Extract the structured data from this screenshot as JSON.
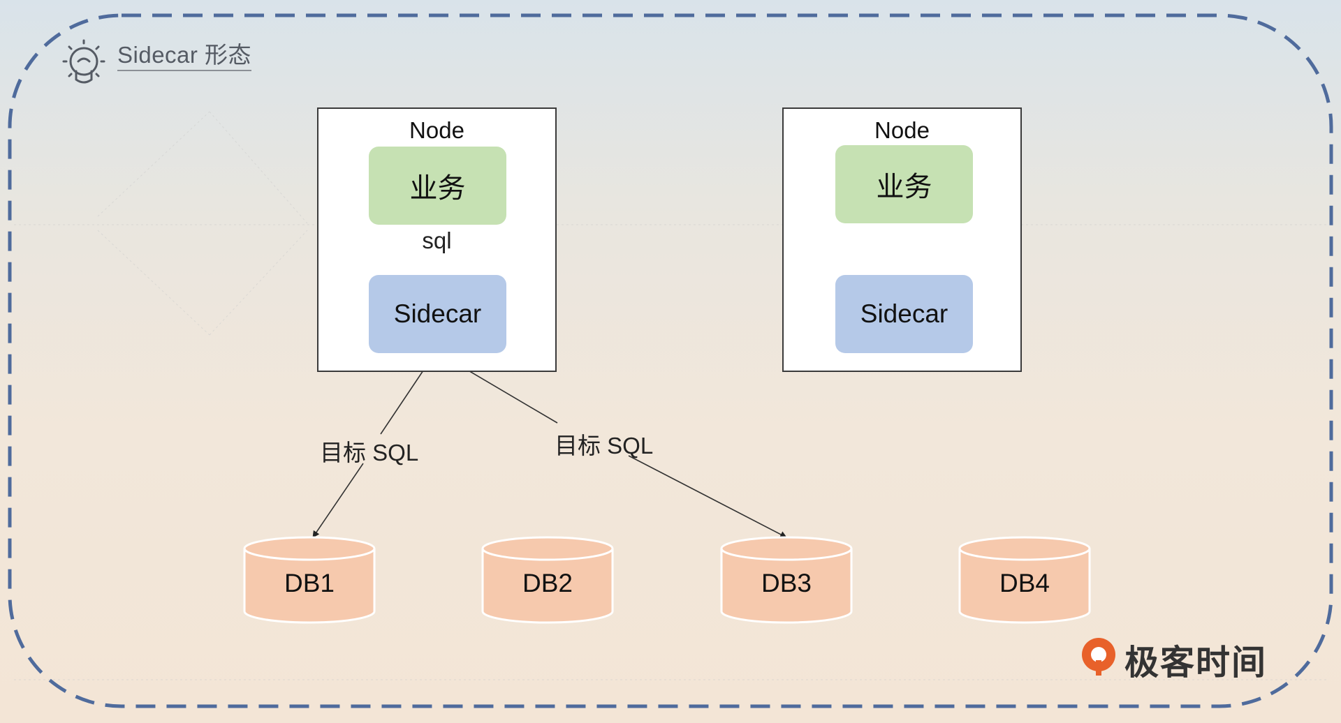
{
  "frame": {
    "title": "Sidecar 形态",
    "icon": "lightbulb-icon",
    "border_color": "#4f6b9c"
  },
  "nodes": [
    {
      "label": "Node",
      "service": "业务",
      "sidecar": "Sidecar",
      "call_label": "sql"
    },
    {
      "label": "Node",
      "service": "业务",
      "sidecar": "Sidecar"
    }
  ],
  "edges": [
    {
      "label": "目标 SQL",
      "from": "Sidecar",
      "to": "DB1"
    },
    {
      "label": "目标 SQL",
      "from": "Sidecar",
      "to": "DB3"
    }
  ],
  "databases": [
    "DB1",
    "DB2",
    "DB3",
    "DB4"
  ],
  "colors": {
    "service": "#c6e1b3",
    "sidecar": "#b5c9e8",
    "database": "#f6c9ad",
    "brand": "#e8612a"
  },
  "brand": {
    "name": "极客时间",
    "icon": "geektime-logo-icon"
  }
}
